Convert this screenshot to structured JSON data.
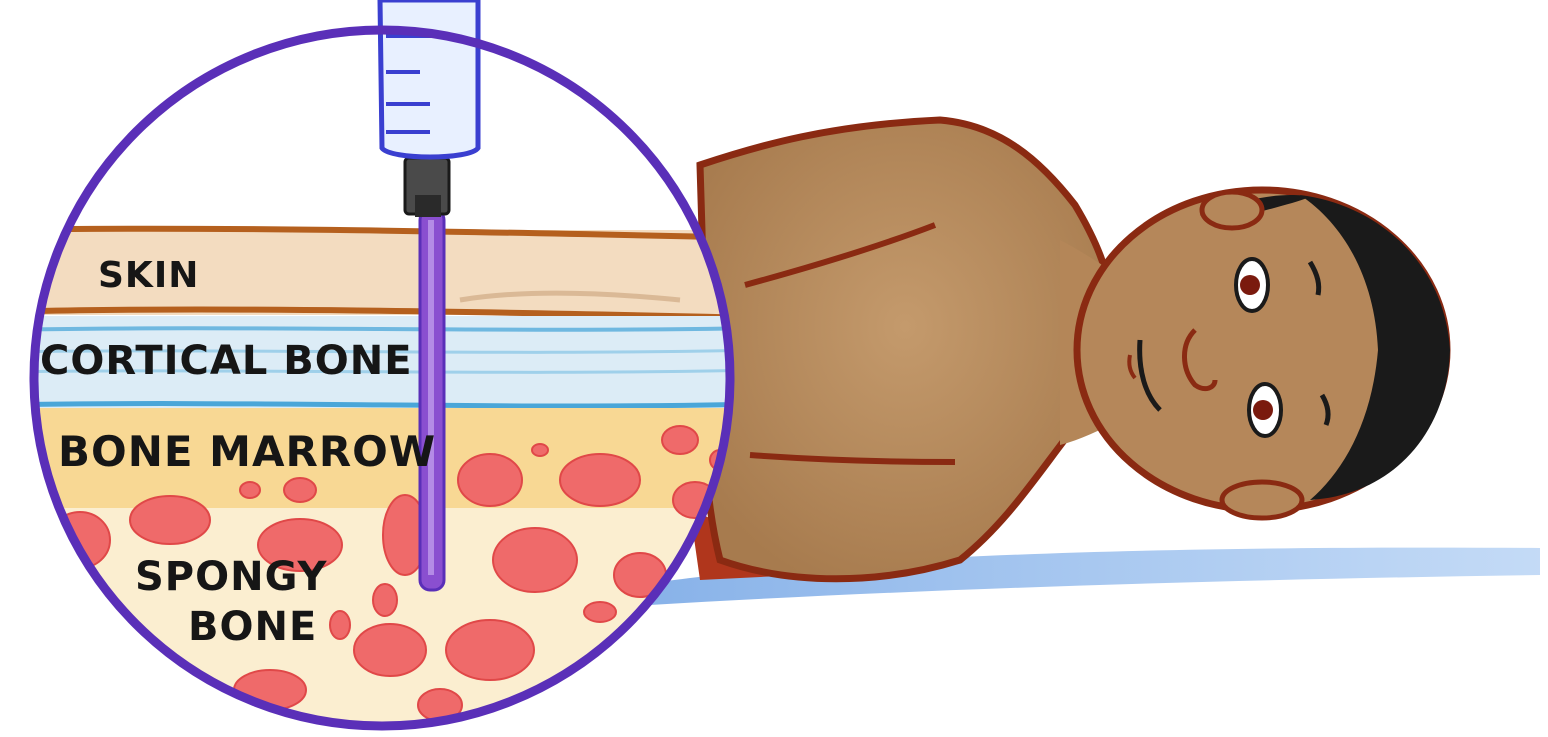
{
  "labels": {
    "skin": "SKIN",
    "cortical_bone": "CORTICAL BONE",
    "bone_marrow": "BONE MARROW",
    "spongy_bone_line1": "SPONGY",
    "spongy_bone_line2": "BONE"
  },
  "colors": {
    "magnifier_ring": "#5a2fb8",
    "needle": "#8a4fd0",
    "syringe": "#3a3fd0",
    "skin_layer": "#f3dcc0",
    "skin_outline": "#b5601e",
    "cortical_bone": "#9fd0ea",
    "bone_marrow": "#f6cf7a",
    "marrow_blobs": "#ef6a6a",
    "body_skin": "#b98a5c",
    "body_outline": "#8a2a12",
    "hair": "#1a1a1a",
    "bed_shadow": "#6ea2e0"
  }
}
